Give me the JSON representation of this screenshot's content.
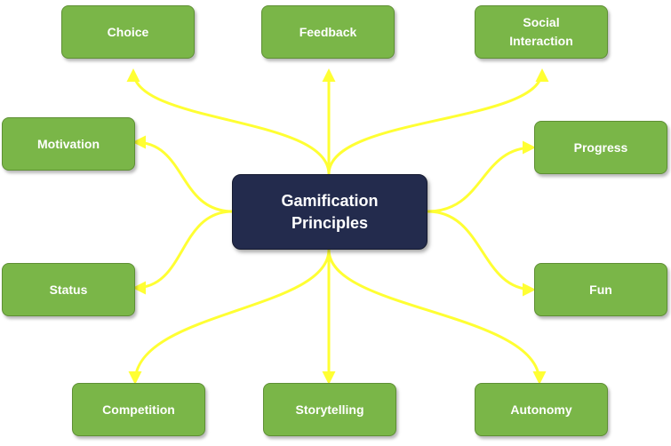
{
  "center": {
    "label": "Gamification\nPrinciples"
  },
  "nodes": {
    "choice": "Choice",
    "feedback": "Feedback",
    "social": "Social\nInteraction",
    "motivation": "Motivation",
    "progress": "Progress",
    "status": "Status",
    "fun": "Fun",
    "competition": "Competition",
    "storytelling": "Storytelling",
    "autonomy": "Autonomy"
  },
  "colors": {
    "node_fill": "#7ab648",
    "center_fill": "#232b4d",
    "connector": "#ffff33",
    "text": "#ffffff"
  }
}
